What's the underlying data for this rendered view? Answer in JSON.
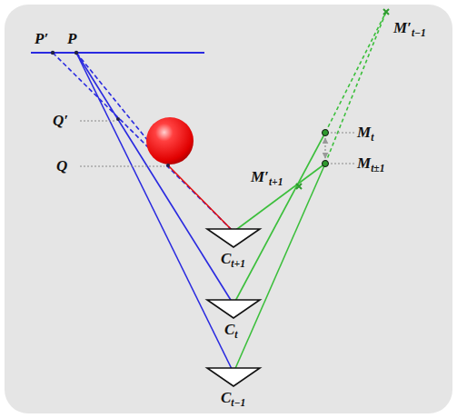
{
  "diagram": {
    "labels": [
      "P′",
      "P",
      "Q′",
      "Q",
      "Mt",
      "Mt±1",
      "M′t+1",
      "M′t−1",
      "Ct+1",
      "Ct",
      "Ct−1"
    ]
  }
}
